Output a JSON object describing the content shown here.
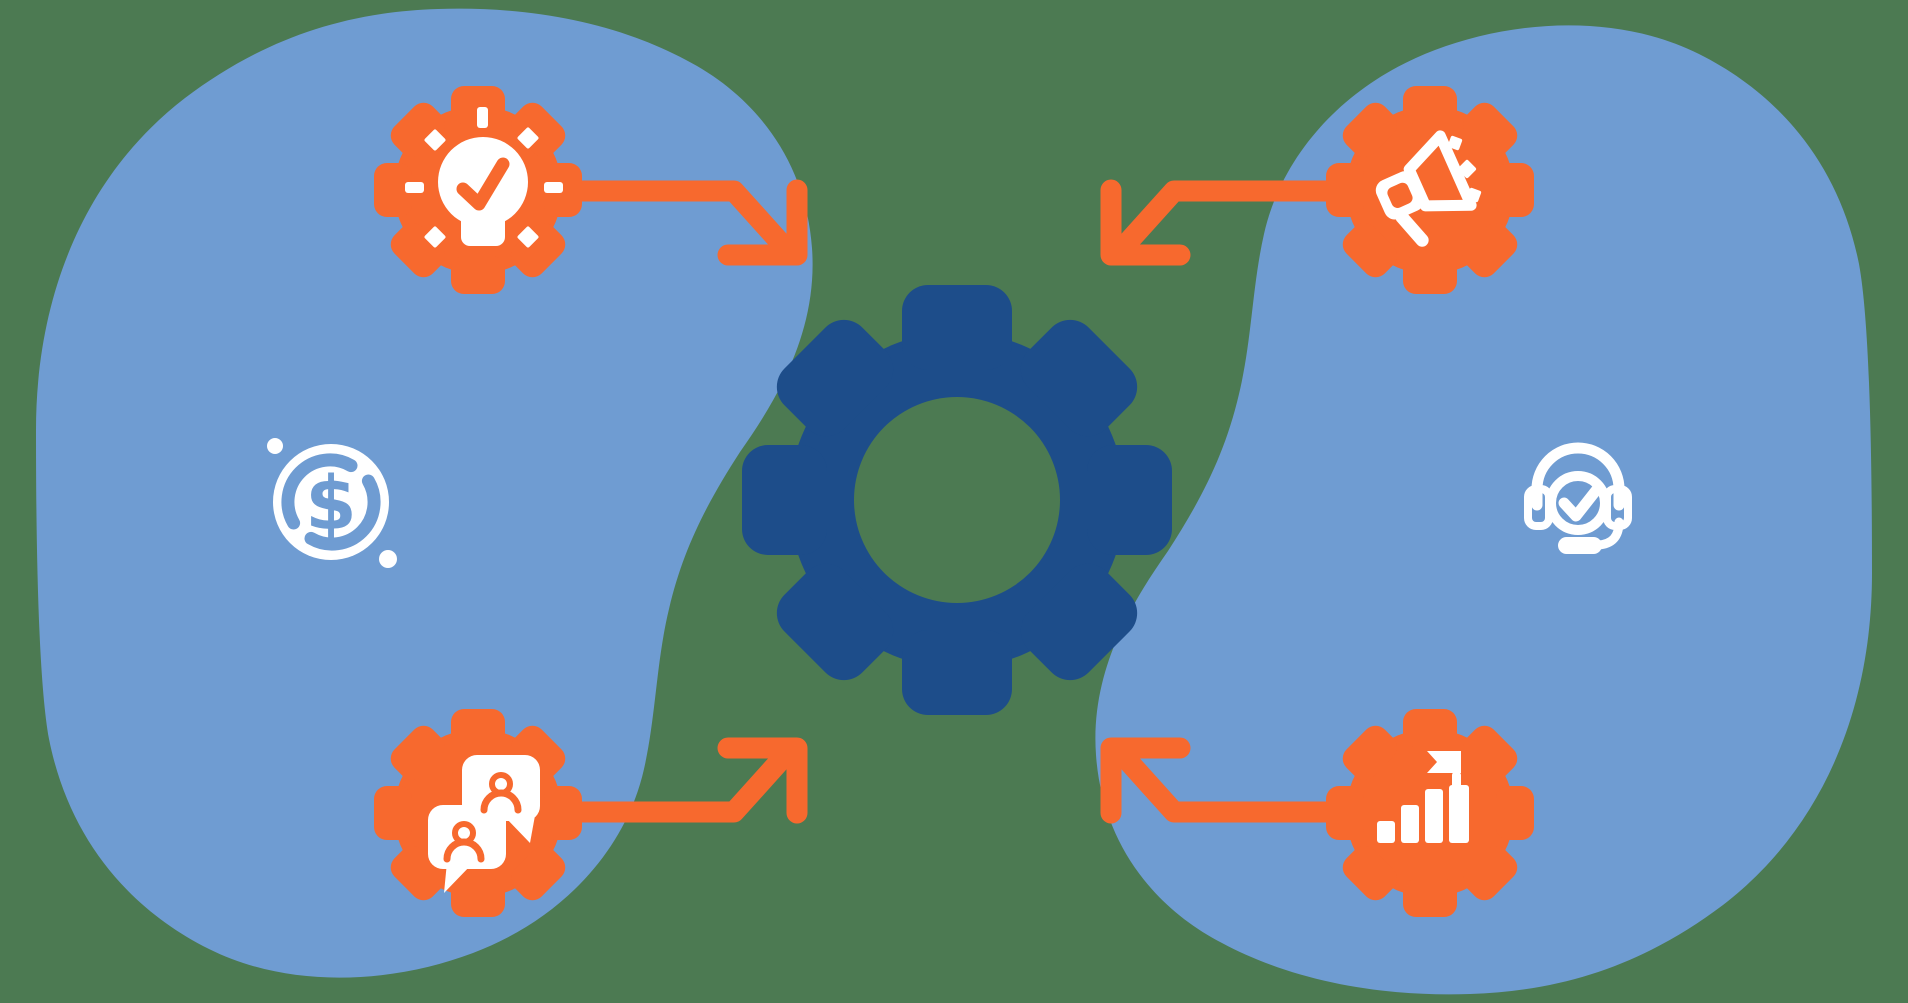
{
  "illustration": {
    "background_color": "#4C7A52",
    "colors": {
      "blob_blue": "#6F9CD2",
      "gear_navy": "#1D4D8A",
      "accent_orange": "#F7692E",
      "icon_white": "#FFFFFF"
    },
    "center": {
      "icon": "gear-icon"
    },
    "nodes": [
      {
        "id": "idea",
        "icon": "lightbulb-checkmark-gear-icon",
        "position": "top-left",
        "arrow": "points-down-right-toward-center"
      },
      {
        "id": "announcement",
        "icon": "megaphone-gear-icon",
        "position": "top-right",
        "arrow": "points-down-left-toward-center"
      },
      {
        "id": "conversation",
        "icon": "chat-people-gear-icon",
        "position": "bottom-left",
        "arrow": "points-up-right-toward-center"
      },
      {
        "id": "growth",
        "icon": "bar-chart-flag-gear-icon",
        "position": "bottom-right",
        "arrow": "points-up-left-toward-center"
      }
    ],
    "side_icons": [
      {
        "id": "money",
        "icon": "dollar-circulation-icon",
        "symbol": "$",
        "position": "left"
      },
      {
        "id": "support",
        "icon": "headset-checkmark-icon",
        "position": "right"
      }
    ]
  }
}
